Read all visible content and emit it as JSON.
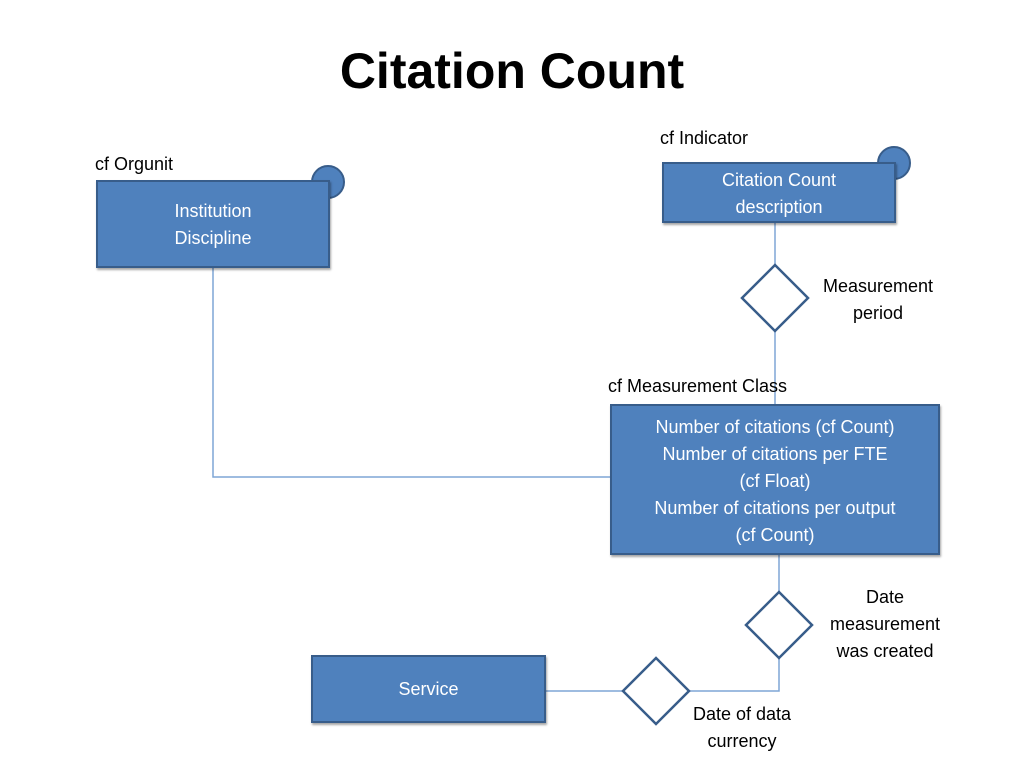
{
  "title": "Citation Count",
  "orgunit": {
    "label": "cf Orgunit",
    "lines": [
      "Institution",
      "Discipline"
    ]
  },
  "indicator": {
    "label": "cf Indicator",
    "lines": [
      "Citation Count",
      "description"
    ]
  },
  "measurement_period": {
    "lines": [
      "Measurement",
      "period"
    ]
  },
  "measurement_class": {
    "label": "cf Measurement Class",
    "lines": [
      "Number of citations (cf Count)",
      "Number of citations per FTE",
      "(cf Float)",
      "Number of citations per output",
      "(cf Count)"
    ]
  },
  "date_created": {
    "lines": [
      "Date",
      "measurement",
      "was created"
    ]
  },
  "service": {
    "label": "Service"
  },
  "date_currency": {
    "lines": [
      "Date of data",
      "currency"
    ]
  },
  "colors": {
    "box_fill": "#4f81bd",
    "box_border": "#385d8a",
    "connector": "#7fa6d6",
    "diamond_border": "#385d8a"
  }
}
